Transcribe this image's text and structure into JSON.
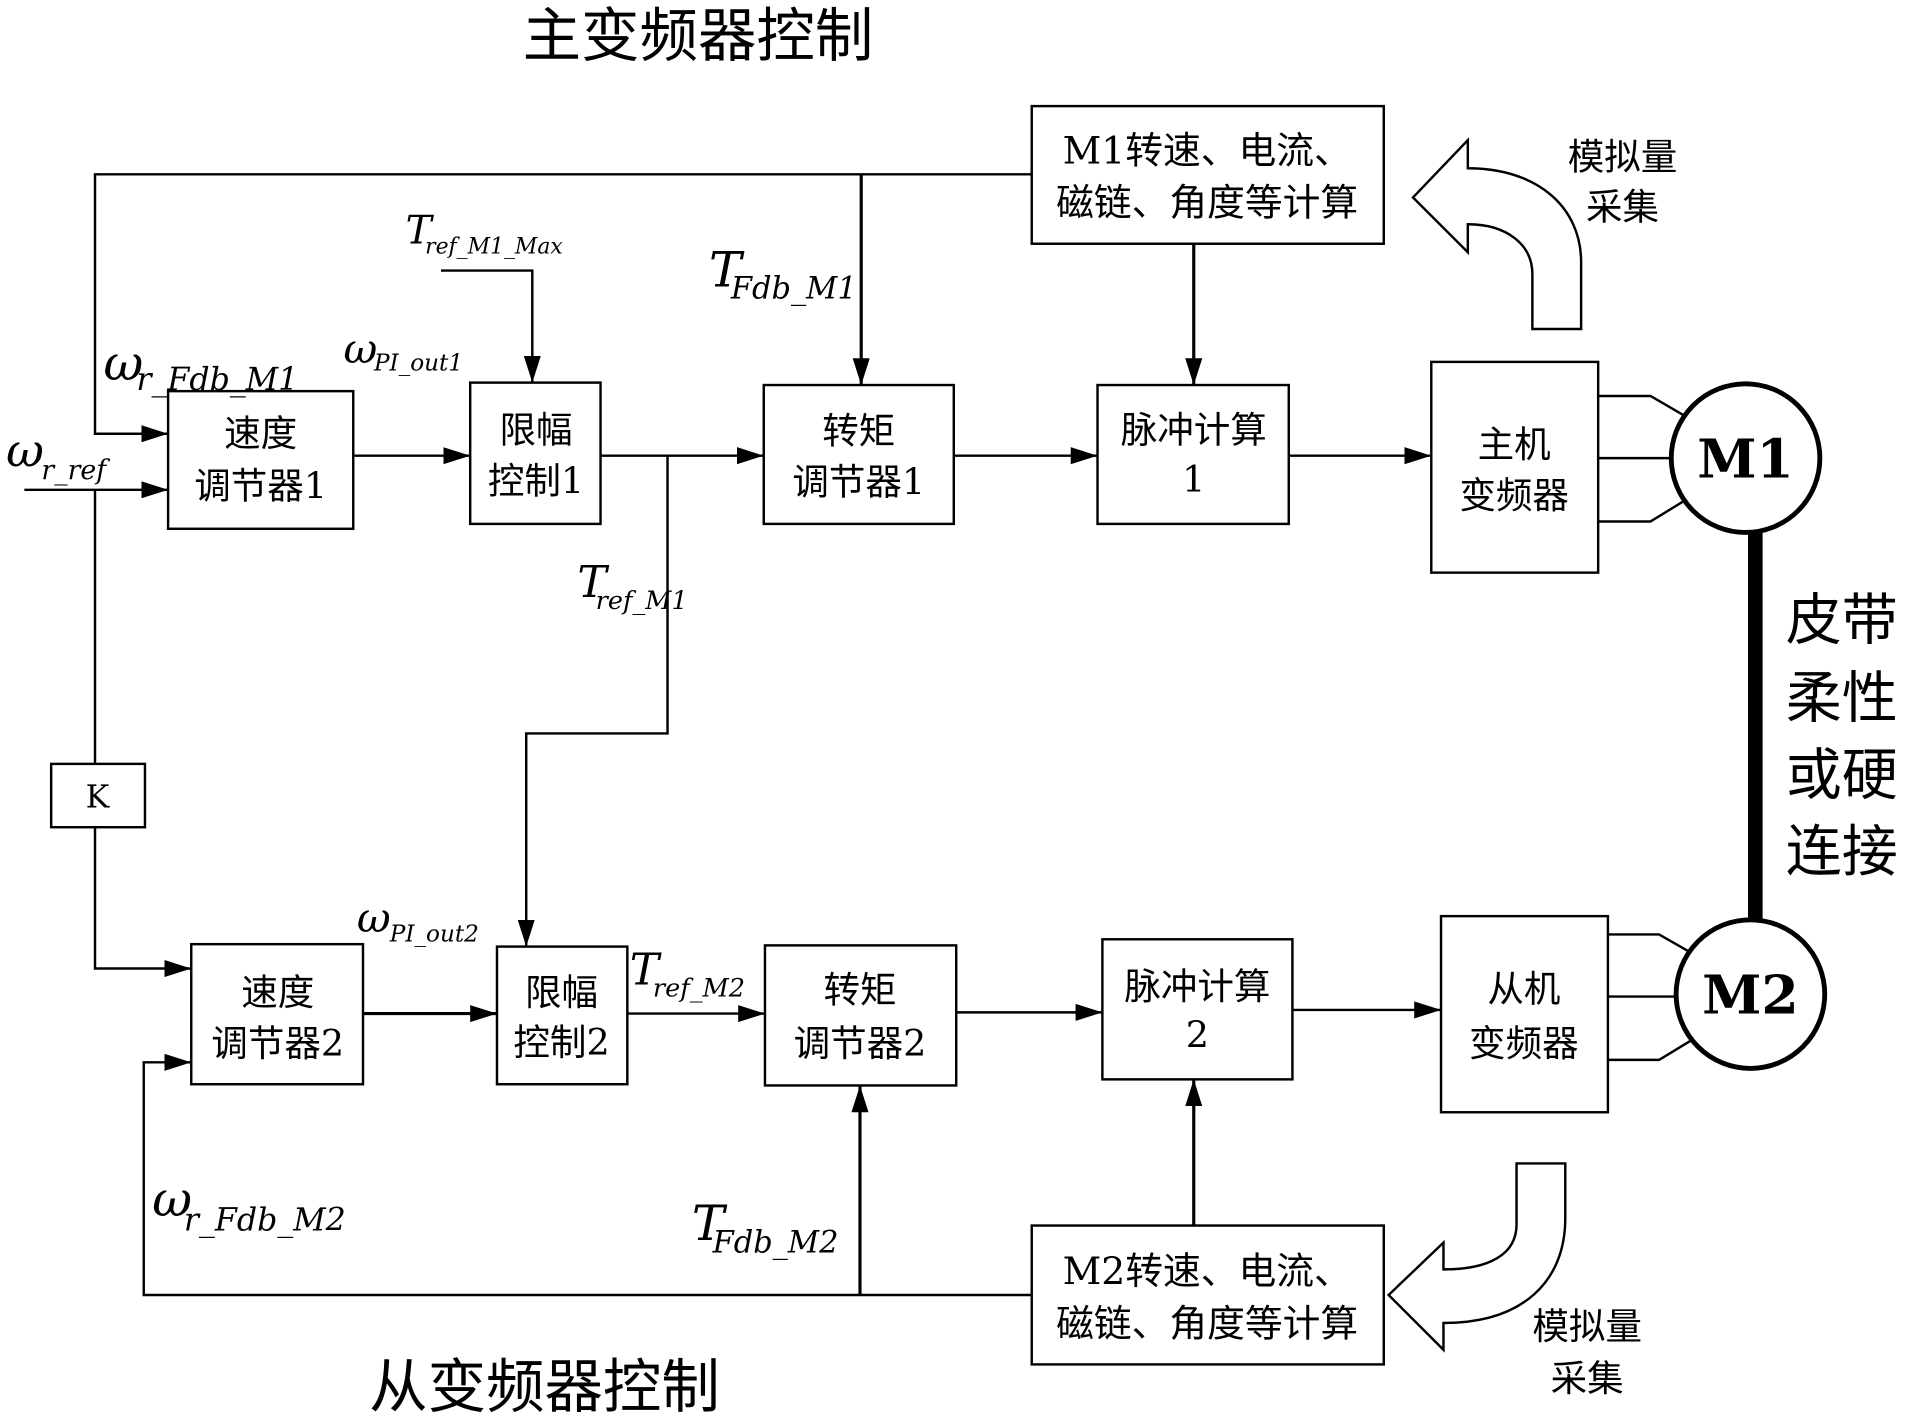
{
  "titles": {
    "master": "主变频器控制",
    "slave": "从变频器控制"
  },
  "blocks": {
    "m1_calc": {
      "lines": [
        "M1转速、电流、",
        "磁链、角度等计算"
      ]
    },
    "speed_regulator_1": {
      "lines": [
        "速度",
        "调节器1"
      ]
    },
    "limiter_1": {
      "lines": [
        "限幅",
        "控制1"
      ]
    },
    "torque_regulator_1": {
      "lines": [
        "转矩",
        "调节器1"
      ]
    },
    "pulse_calc_1": {
      "lines": [
        "脉冲计算",
        "1"
      ]
    },
    "master_inverter": {
      "lines": [
        "主机",
        "变频器"
      ]
    },
    "k_gain": {
      "label": "K"
    },
    "speed_regulator_2": {
      "lines": [
        "速度",
        "调节器2"
      ]
    },
    "limiter_2": {
      "lines": [
        "限幅",
        "控制2"
      ]
    },
    "torque_regulator_2": {
      "lines": [
        "转矩",
        "调节器2"
      ]
    },
    "pulse_calc_2": {
      "lines": [
        "脉冲计算",
        "2"
      ]
    },
    "slave_inverter": {
      "lines": [
        "从机",
        "变频器"
      ]
    },
    "m2_calc": {
      "lines": [
        "M2转速、电流、",
        "磁链、角度等计算"
      ]
    }
  },
  "motors": {
    "m1": "M1",
    "m2": "M2"
  },
  "coupling": {
    "lines": [
      "皮带",
      "柔性",
      "或硬",
      "连接"
    ]
  },
  "acquisition": {
    "top": [
      "模拟量",
      "采集"
    ],
    "bottom": [
      "模拟量",
      "采集"
    ]
  },
  "signals": {
    "w_r_ref": {
      "symbol": "ω",
      "sub": "r_ref"
    },
    "w_r_fdb_m1": {
      "symbol": "ω",
      "sub": "r_Fdb_M1"
    },
    "w_pi_out1": {
      "symbol": "ω",
      "sub": "PI_out1"
    },
    "t_ref_m1_max": {
      "symbol": "T",
      "sub": "ref_M1_Max"
    },
    "t_fdb_m1": {
      "symbol": "T",
      "sub": "Fdb_M1"
    },
    "t_ref_m1": {
      "symbol": "T",
      "sub": "ref_M1"
    },
    "w_pi_out2": {
      "symbol": "ω",
      "sub": "PI_out2"
    },
    "t_ref_m2": {
      "symbol": "T",
      "sub": "ref_M2"
    },
    "t_fdb_m2": {
      "symbol": "T",
      "sub": "Fdb_M2"
    },
    "w_r_fdb_m2": {
      "symbol": "ω",
      "sub": "r_Fdb_M2"
    }
  }
}
